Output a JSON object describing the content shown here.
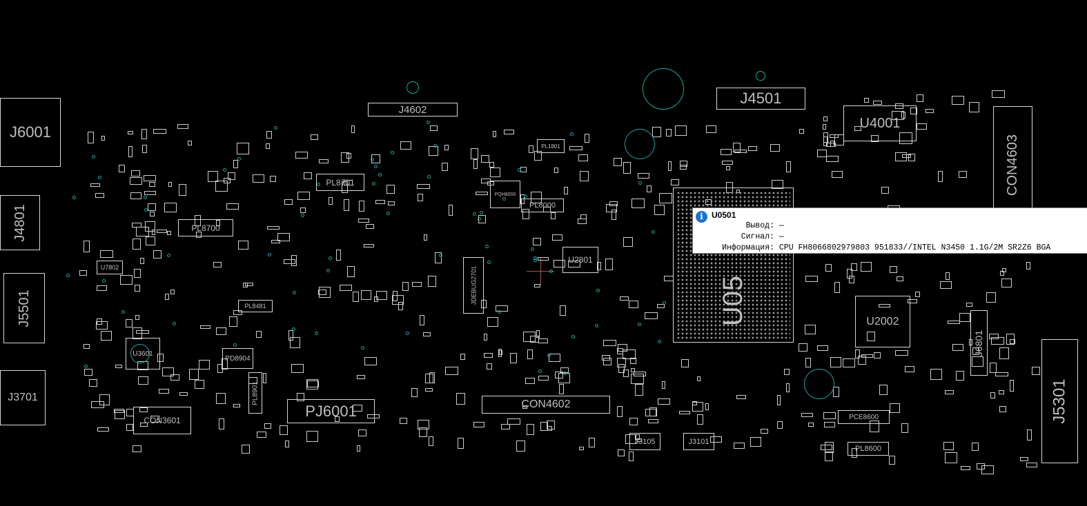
{
  "components": [
    {
      "label": "J6001",
      "size": 22
    },
    {
      "label": "J4801",
      "size": 20,
      "vert": true
    },
    {
      "label": "J5501",
      "size": 20,
      "vert": true
    },
    {
      "label": "J3701",
      "size": 16
    },
    {
      "label": "CON3601",
      "size": 12
    },
    {
      "label": "PJ6001",
      "size": 22
    },
    {
      "label": "CON4602",
      "size": 16
    },
    {
      "label": "J4602",
      "size": 15
    },
    {
      "label": "J4501",
      "size": 22
    },
    {
      "label": "U4001",
      "size": 20
    },
    {
      "label": "CON4603",
      "size": 20,
      "vert": true
    },
    {
      "label": "U05",
      "size": 40,
      "vert": true
    },
    {
      "label": "U2002",
      "size": 16
    },
    {
      "label": "J6801",
      "size": 14,
      "vert": true
    },
    {
      "label": "J5301",
      "size": 24,
      "vert": true
    },
    {
      "label": "U2801",
      "size": 12
    },
    {
      "label": "J3105",
      "size": 11
    },
    {
      "label": "J3101",
      "size": 11
    },
    {
      "label": "PL8700",
      "size": 12
    },
    {
      "label": "PL8701",
      "size": 12
    },
    {
      "label": "PL8000",
      "size": 11
    },
    {
      "label": "PL8600",
      "size": 11
    },
    {
      "label": "PCE8600",
      "size": 10
    },
    {
      "label": "JDEBUG2701",
      "size": 9,
      "vert": true
    },
    {
      "label": "PL8901",
      "size": 10,
      "vert": true
    },
    {
      "label": "U3601",
      "size": 10
    },
    {
      "label": "PD8904",
      "size": 10
    },
    {
      "label": "PL8481",
      "size": 9
    },
    {
      "label": "U7802",
      "size": 9
    },
    {
      "label": "PL1801",
      "size": 8
    },
    {
      "label": "PQH8000",
      "size": 7
    }
  ],
  "tooltip": {
    "icon": "info-icon",
    "title": "U0501",
    "rows": [
      {
        "key": "Вывод:",
        "value": "—"
      },
      {
        "key": "Сигнал:",
        "value": "—"
      },
      {
        "key": "Информация:",
        "value": "CPU FH8066802979803 951833//INTEL N3450 1.1G/2M SR2Z6 BGA"
      }
    ]
  },
  "colors": {
    "background": "#000000",
    "outline": "#d8d8d8",
    "via": "#1fa8a0",
    "cursor": "#b05050",
    "info": "#1a73d0"
  }
}
